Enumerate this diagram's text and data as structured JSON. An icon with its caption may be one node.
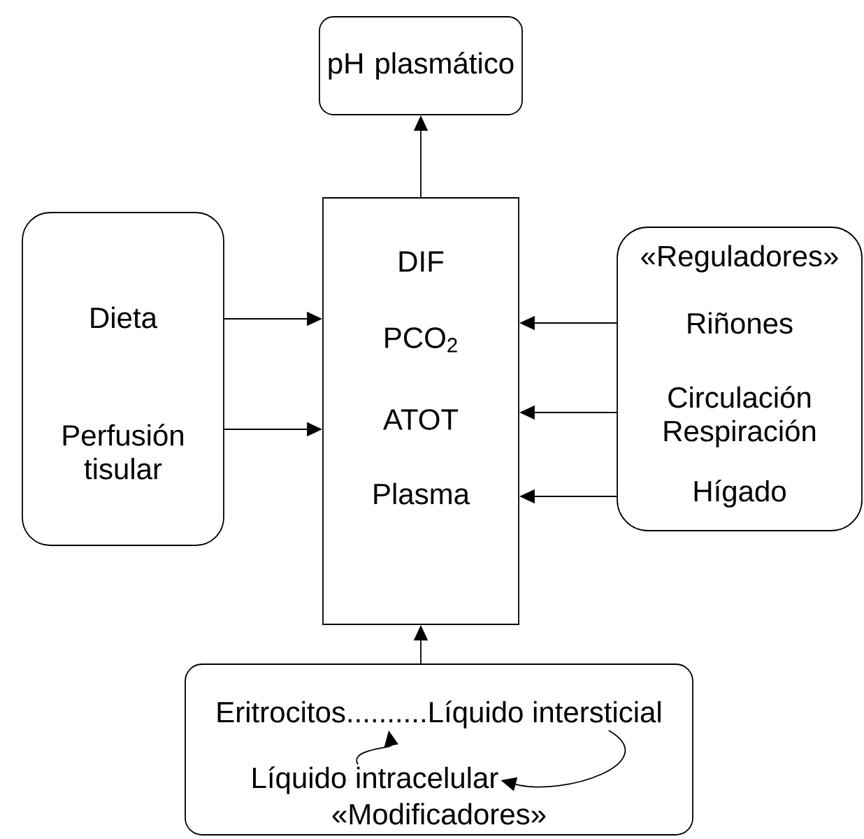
{
  "diagram": {
    "nodes": [
      {
        "text": [
          "pH plasmático"
        ]
      },
      {
        "text": [
          "DIF",
          "PCO$_{2}$",
          "ATOT",
          "Plasma"
        ]
      },
      {
        "text": [
          "Dieta",
          "Perfusión tisular"
        ]
      },
      {
        "text": [
          "«Reguladores»",
          "Riñones",
          "Circulación Respiración",
          "Hígado"
        ]
      },
      {
        "text": [
          "«Modificadores»"
        ]
      },
      {
        "text": [
          "Eritrocitos..........Líquido intersticial"
        ],
        "in": 4
      },
      {
        "text": [
          "Líquido intracelular"
        ],
        "in": 4
      }
    ],
    "edges": [
      {
        "from": 1,
        "to": 0,
        "arrow": "to"
      },
      {
        "from": 2,
        "to": 1,
        "arrow": "to"
      },
      {
        "from": 2,
        "to": 1,
        "arrow": "to"
      },
      {
        "from": 3,
        "to": 1,
        "arrow": "to"
      },
      {
        "from": 3,
        "to": 1,
        "arrow": "to"
      },
      {
        "from": 3,
        "to": 1,
        "arrow": "to"
      },
      {
        "from": 4,
        "to": 1,
        "arrow": "to"
      },
      {
        "from": 6,
        "to": 5,
        "arrow": "to"
      },
      {
        "from": 5,
        "to": 6,
        "arrow": "to"
      }
    ]
  }
}
